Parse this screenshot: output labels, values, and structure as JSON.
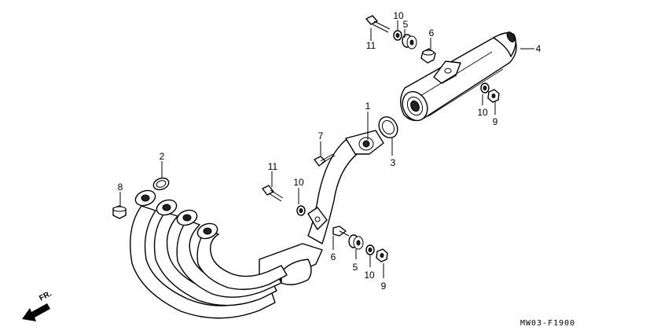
{
  "callouts": {
    "c1": "1",
    "c2": "2",
    "c3": "3",
    "c4": "4",
    "c5a": "5",
    "c5b": "5",
    "c6a": "6",
    "c6b": "6",
    "c7": "7",
    "c8": "8",
    "c9a": "9",
    "c9b": "9",
    "c10a": "10",
    "c10b": "10",
    "c10c": "10",
    "c10d": "10",
    "c11a": "11",
    "c11b": "11"
  },
  "direction_label": "FR.",
  "diagram_code": "MW03-F1900"
}
